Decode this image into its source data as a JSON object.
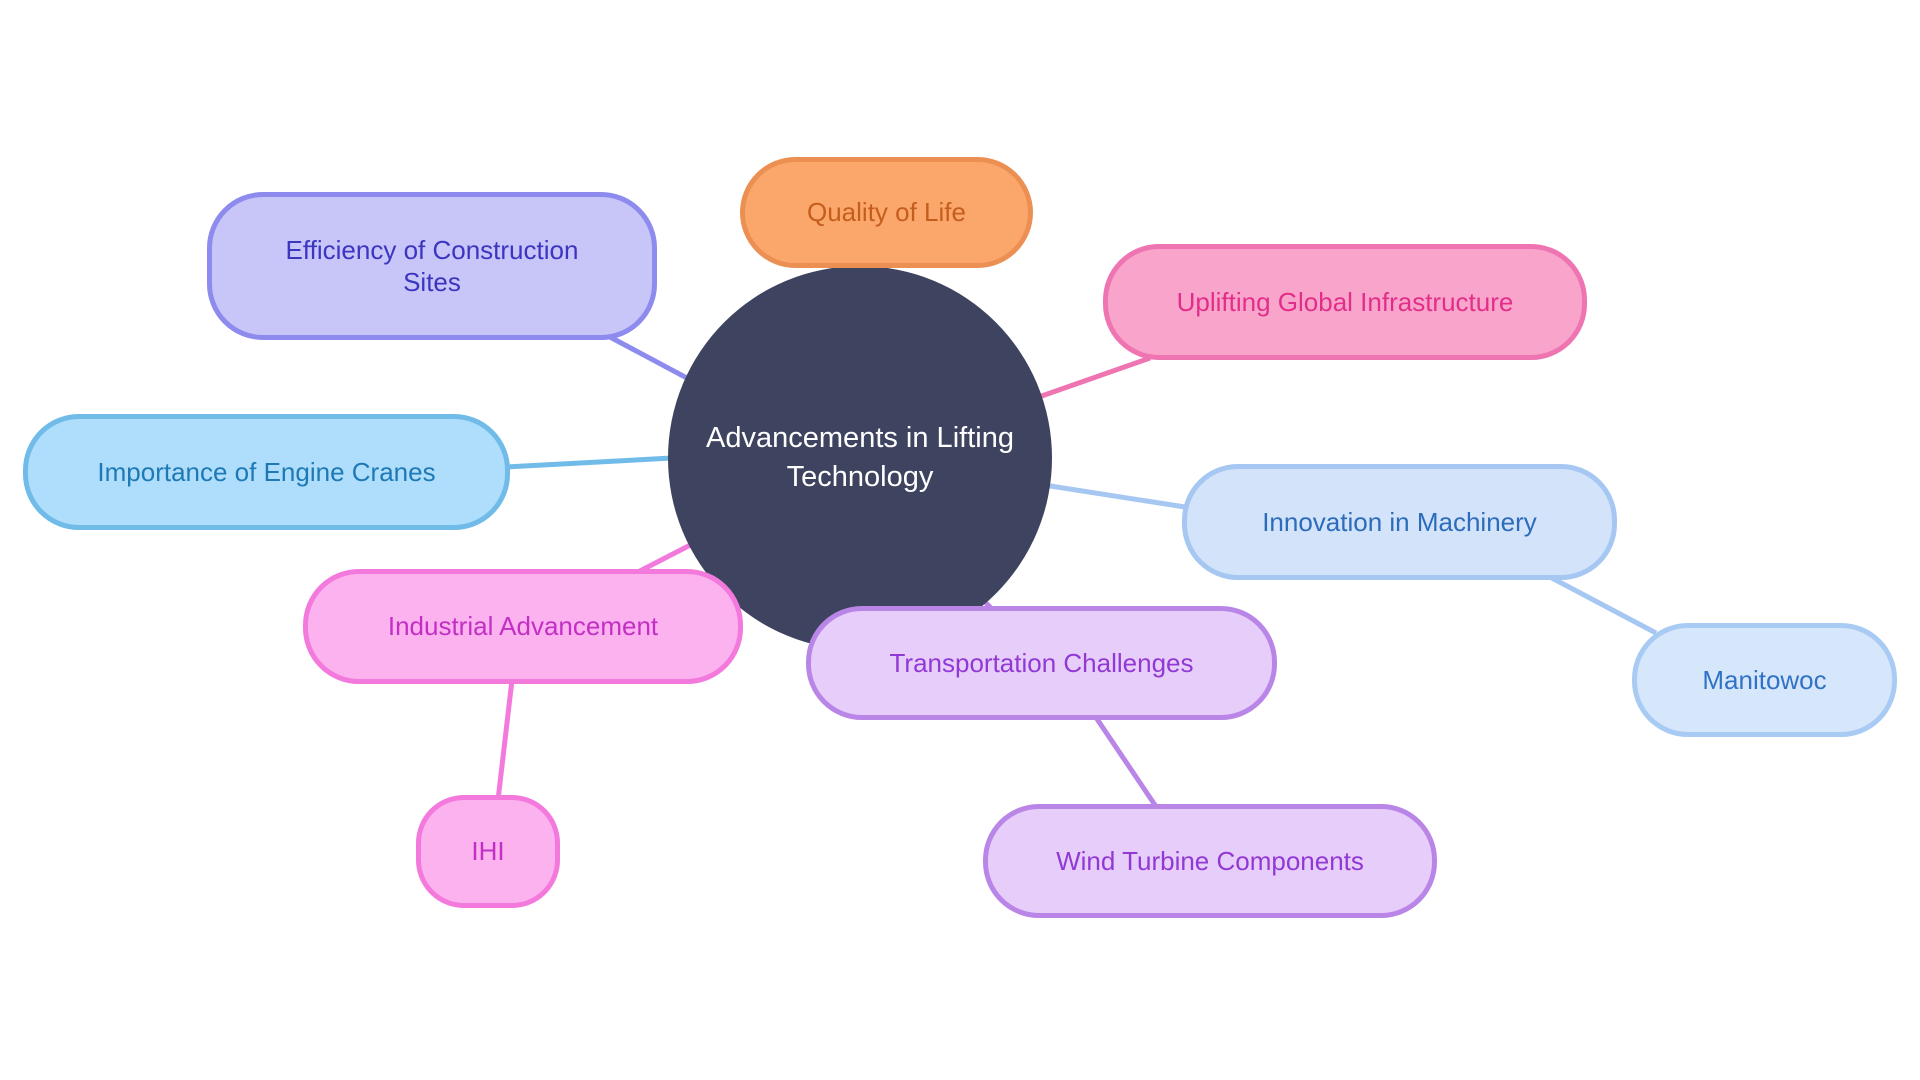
{
  "diagram": {
    "type": "mindmap",
    "background_color": "#ffffff",
    "center": {
      "label": "Advancements in Lifting Technology",
      "fill": "#3e4360",
      "text_color": "#ffffff"
    },
    "nodes": [
      {
        "id": "quality-of-life",
        "label": "Quality of Life",
        "fill": "#fba76c",
        "border": "#ec8f52",
        "text_color": "#c55d1d"
      },
      {
        "id": "efficiency-of-construction-sites",
        "label": "Efficiency of Construction Sites",
        "fill": "#c8c5f8",
        "border": "#8d8bee",
        "text_color": "#3b35c0"
      },
      {
        "id": "uplifting-global-infrastructure",
        "label": "Uplifting Global Infrastructure",
        "fill": "#f9a5cb",
        "border": "#ef74b2",
        "text_color": "#e22e8a"
      },
      {
        "id": "importance-of-engine-cranes",
        "label": "Importance of Engine Cranes",
        "fill": "#aedefb",
        "border": "#71bbe9",
        "text_color": "#1e79b5"
      },
      {
        "id": "innovation-in-machinery",
        "label": "Innovation in Machinery",
        "fill": "#d2e3fa",
        "border": "#a5c7f2",
        "text_color": "#2c6cbb"
      },
      {
        "id": "manitowoc",
        "label": "Manitowoc",
        "fill": "#d6e7fb",
        "border": "#a8cbf3",
        "text_color": "#3272c6"
      },
      {
        "id": "industrial-advancement",
        "label": "Industrial Advancement",
        "fill": "#fbb2ef",
        "border": "#f379dc",
        "text_color": "#c32fc4"
      },
      {
        "id": "ihi",
        "label": "IHI",
        "fill": "#fbb2ef",
        "border": "#f379dc",
        "text_color": "#c32fc4"
      },
      {
        "id": "transportation-challenges",
        "label": "Transportation Challenges",
        "fill": "#e7cefa",
        "border": "#b986e8",
        "text_color": "#9138d5"
      },
      {
        "id": "wind-turbine-components",
        "label": "Wind Turbine Components",
        "fill": "#e7cefa",
        "border": "#b986e8",
        "text_color": "#9138d5"
      }
    ],
    "edges": [
      {
        "from": "center",
        "to": "efficiency-of-construction-sites",
        "color": "#8d8bee"
      },
      {
        "from": "center",
        "to": "quality-of-life",
        "color": "#ec8f52"
      },
      {
        "from": "center",
        "to": "uplifting-global-infrastructure",
        "color": "#ef74b2"
      },
      {
        "from": "center",
        "to": "importance-of-engine-cranes",
        "color": "#71bbe9"
      },
      {
        "from": "center",
        "to": "innovation-in-machinery",
        "color": "#a5c7f2"
      },
      {
        "from": "innovation-in-machinery",
        "to": "manitowoc",
        "color": "#a5c7f2"
      },
      {
        "from": "center",
        "to": "industrial-advancement",
        "color": "#f379dc"
      },
      {
        "from": "industrial-advancement",
        "to": "ihi",
        "color": "#f379dc"
      },
      {
        "from": "center",
        "to": "transportation-challenges",
        "color": "#b986e8"
      },
      {
        "from": "transportation-challenges",
        "to": "wind-turbine-components",
        "color": "#b986e8"
      }
    ]
  }
}
